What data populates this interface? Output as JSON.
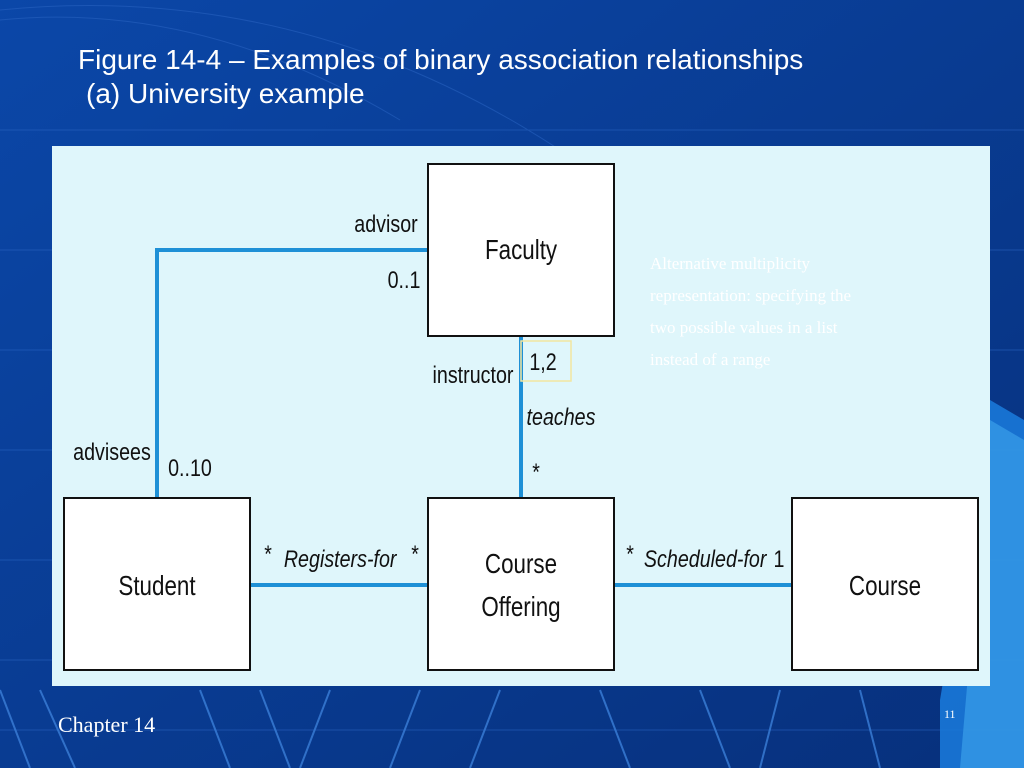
{
  "slide": {
    "title_line1": "Figure 14-4 – Examples of binary association relationships",
    "title_line2": "(a) University example",
    "footer": "Chapter 14",
    "page_number": "11"
  },
  "diagram": {
    "classes": {
      "faculty": "Faculty",
      "student": "Student",
      "course_offering_line1": "Course",
      "course_offering_line2": "Offering",
      "course": "Course"
    },
    "advising": {
      "role_advisor": "advisor",
      "advisor_multiplicity": "0..1",
      "role_advisees": "advisees",
      "advisees_multiplicity": "0..10"
    },
    "teaching": {
      "role_instructor": "instructor",
      "instructor_multiplicity": "1,2",
      "name": "teaches",
      "offering_multiplicity": "*"
    },
    "registration": {
      "student_multiplicity": "*",
      "name": "Registers-for",
      "offering_multiplicity": "*"
    },
    "scheduling": {
      "offering_multiplicity": "*",
      "name": "Scheduled-for",
      "course_multiplicity": "1"
    },
    "note": {
      "line1": "Alternative multiplicity",
      "line2": "representation: specifying the",
      "line3": "two possible values in a list",
      "line4": "instead of a range"
    }
  },
  "colors": {
    "background": "#0a3d99",
    "panel": "#dff6fb",
    "association_line": "#1e90d6",
    "highlight_box": "#f2e6a0"
  }
}
